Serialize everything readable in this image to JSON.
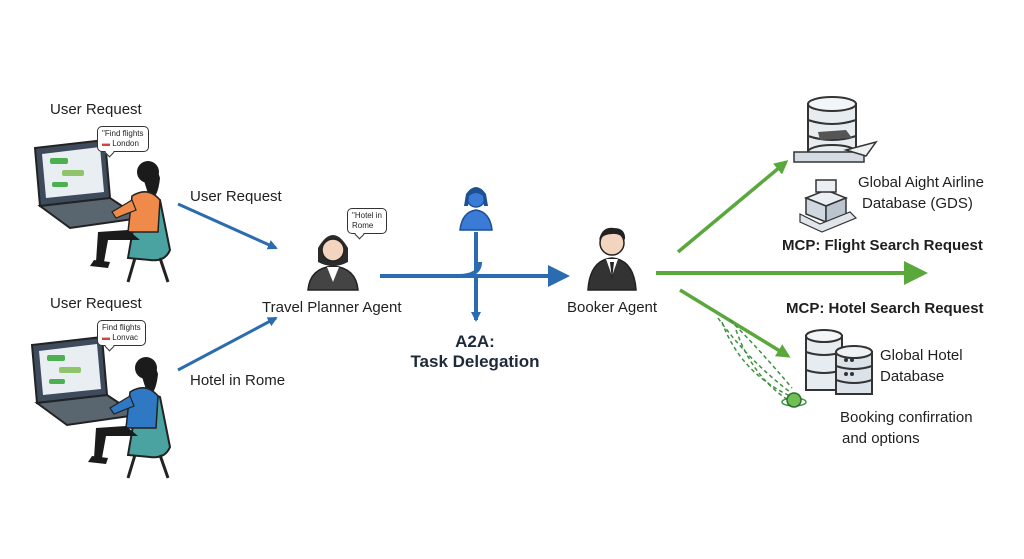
{
  "users": [
    {
      "title": "User Request",
      "bubble_line1": "\"Find flights",
      "bubble_line2": "London",
      "arrow_label": "User Request",
      "shirt_color": "#f08a4b"
    },
    {
      "title": "User Request",
      "bubble_line1": "Find flights",
      "bubble_line2": "Lonvac",
      "arrow_label": "Hotel in Rome",
      "shirt_color": "#2f78c4"
    }
  ],
  "planner": {
    "name": "Travel Planner Agent",
    "bubble_line1": "\"Hotel in",
    "bubble_line2": "Rome"
  },
  "delegation": {
    "line1": "A2A:",
    "line2": "Task Delegation"
  },
  "booker": {
    "name": "Booker Agent"
  },
  "flight_db": {
    "line1": "Global Aight Airline",
    "line2": "Database (GDS)"
  },
  "mcp_flight": "MCP: Flight Search Request",
  "mcp_hotel": "MCP: Hotel Search Request",
  "hotel_db": {
    "line1": "Global Hotel",
    "line2": "Database"
  },
  "booking": {
    "line1": "Booking confirration",
    "line2": "and options"
  },
  "colors": {
    "blue_arrow": "#2b6cb0",
    "green_arrow": "#5aa83c",
    "chair": "#4aa3a0"
  }
}
